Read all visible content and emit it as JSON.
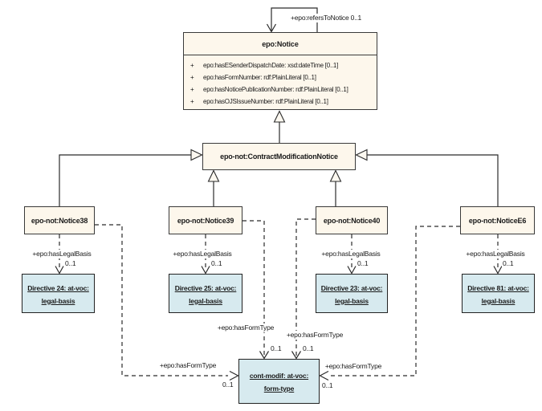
{
  "colors": {
    "class_fill": "#FDF7EC",
    "enum_fill": "#D7EAEF",
    "triangle_fill": "#FCF8F0",
    "line": "#2B2B2B",
    "text": "#1A1A1A"
  },
  "notice": {
    "title": "epo:Notice",
    "attr_prefix": "+",
    "attributes": [
      "epo:hasESenderDispatchDate: xsd:dateTime [0..1]",
      "epo:hasFormNumber: rdf:PlainLiteral [0..1]",
      "epo:hasNoticePublicationNumber: rdf:PlainLiteral [0..1]",
      "epo:hasOJSIssueNumber: rdf:PlainLiteral [0..1]"
    ],
    "self_reference_label": "+epo:refersToNotice 0..1"
  },
  "contract_modification_notice": {
    "title": "epo-not:ContractModificationNotice"
  },
  "subclasses": {
    "notice38": {
      "title": "epo-not:Notice38"
    },
    "notice39": {
      "title": "epo-not:Notice39"
    },
    "notice40": {
      "title": "epo-not:Notice40"
    },
    "noticeE6": {
      "title": "epo-not:NoticeE6"
    }
  },
  "enums": {
    "directive24": {
      "line1": "Directive 24: at-voc:",
      "line2": "legal-basis"
    },
    "directive25": {
      "line1": "Directive 25: at-voc:",
      "line2": "legal-basis"
    },
    "directive23": {
      "line1": "Directive 23: at-voc:",
      "line2": "legal-basis"
    },
    "directive81": {
      "line1": "Directive 81: at-voc:",
      "line2": "legal-basis"
    },
    "form_type": {
      "line1": "cont-modif: at-voc:",
      "line2": "form-type"
    }
  },
  "associations": {
    "has_legal_basis_label": "+epo:hasLegalBasis",
    "has_form_type_label": "+epo:hasFormType",
    "multiplicity": "0..1"
  }
}
